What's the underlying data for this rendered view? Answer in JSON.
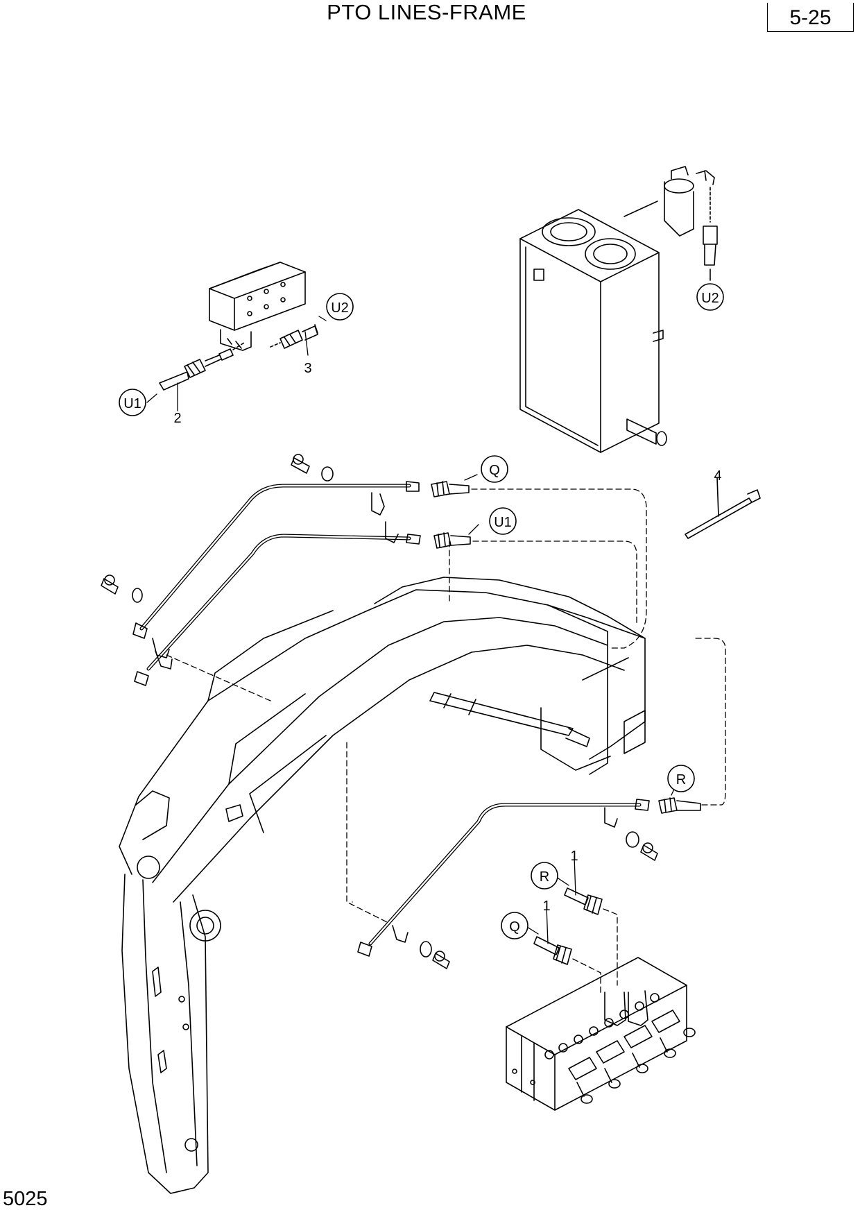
{
  "header": {
    "title": "PTO LINES-FRAME",
    "page_number": "5-25"
  },
  "footer": {
    "code": "5025"
  },
  "callouts": {
    "U2_top": "U2",
    "U2_tank": "U2",
    "U1_left": "U1",
    "U1_mid": "U1",
    "Q_top": "Q",
    "Q_bottom": "Q",
    "R_right": "R",
    "R_bottom": "R"
  },
  "part_numbers": {
    "p1_upper": "1",
    "p1_lower": "1",
    "p2": "2",
    "p3": "3",
    "p4": "4"
  }
}
